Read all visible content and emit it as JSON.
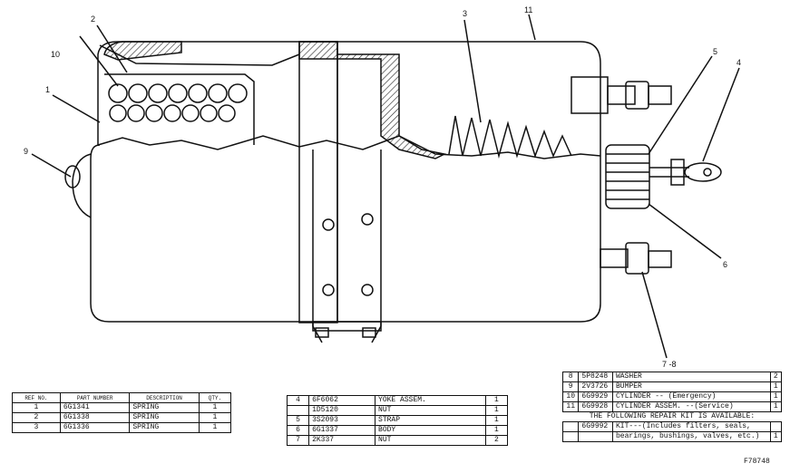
{
  "callouts": [
    "1",
    "2",
    "3",
    "4",
    "5",
    "6",
    "7 -8",
    "9",
    "10",
    "11"
  ],
  "table1": {
    "headers": {
      "ref": "REF NO.",
      "part": "PART NUMBER",
      "desc": "DESCRIPTION",
      "qty": "QTY."
    },
    "rows": [
      {
        "ref": "1",
        "part": "6G1341",
        "desc": "SPRING",
        "qty": "1"
      },
      {
        "ref": "2",
        "part": "6G1338",
        "desc": "SPRING",
        "qty": "1"
      },
      {
        "ref": "3",
        "part": "6G1336",
        "desc": "SPRING",
        "qty": "1"
      }
    ]
  },
  "table2": {
    "rows": [
      {
        "ref": "4",
        "part": "6F6062",
        "desc": "YOKE ASSEM.",
        "qty": "1"
      },
      {
        "ref": "",
        "part": "1D5120",
        "desc": "NUT",
        "qty": "1"
      },
      {
        "ref": "5",
        "part": "3S2093",
        "desc": "STRAP",
        "qty": "1"
      },
      {
        "ref": "6",
        "part": "6G1337",
        "desc": "BODY",
        "qty": "1"
      },
      {
        "ref": "7",
        "part": "2K337",
        "desc": "NUT",
        "qty": "2"
      }
    ]
  },
  "table3": {
    "rows": [
      {
        "ref": "8",
        "part": "5P8248",
        "desc": "WASHER",
        "qty": "2"
      },
      {
        "ref": "9",
        "part": "2V3726",
        "desc": "BUMPER",
        "qty": "1"
      },
      {
        "ref": "10",
        "part": "6G9929",
        "desc": "CYLINDER -- (Emergency)",
        "qty": "1"
      },
      {
        "ref": "11",
        "part": "6G9928",
        "desc": "CYLINDER ASSEM. --(Service)",
        "qty": "1"
      }
    ],
    "note": "THE FOLLOWING REPAIR KIT IS AVAILABLE:",
    "kit": {
      "part": "6G9992",
      "line1": "KIT---(Includes filters, seals,",
      "line2": "bearings, bushings, valves, etc.)",
      "qty": "1"
    }
  },
  "drawing_number": "F78748"
}
